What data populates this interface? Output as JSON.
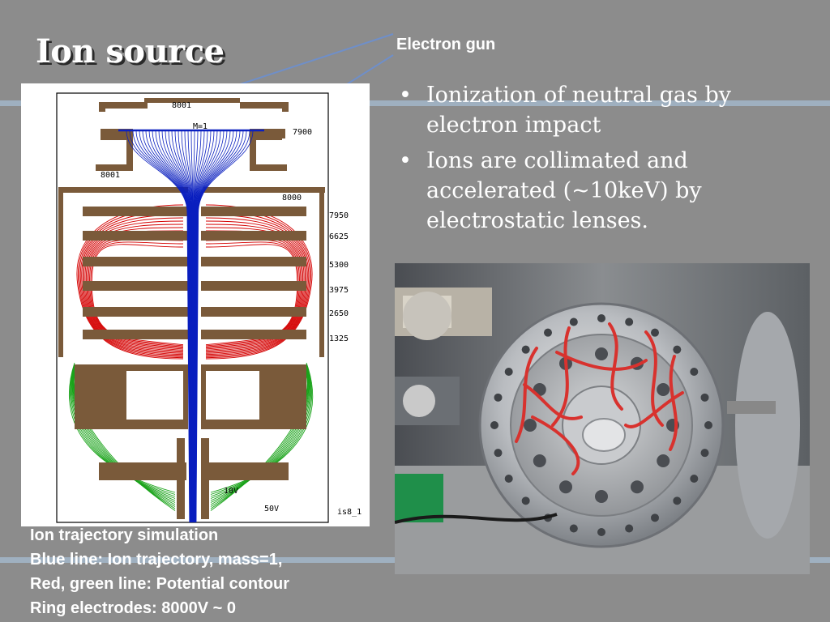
{
  "slide": {
    "title": "Ion source",
    "electron_gun_label": "Electron gun",
    "bullets": [
      "Ionization of neutral gas by electron impact",
      "Ions are collimated and accelerated (~10keV) by electrostatic lenses."
    ],
    "caption": [
      "Ion trajectory simulation",
      "Blue line: Ion trajectory, mass=1,",
      "Red, green line: Potential contour",
      "Ring electrodes: 8000V ~ 0"
    ]
  },
  "simulation": {
    "labels": {
      "top_electrode": "8001",
      "left_electrode": "8001",
      "right_electrode": "7900",
      "mass": "M=1",
      "ring_top": "8000",
      "run_id": "is8_1",
      "mid_voltage": "10V",
      "low_voltage": "50V"
    },
    "ring_voltages": [
      "7950",
      "6625",
      "5300",
      "3975",
      "2650",
      "1325"
    ],
    "colors": {
      "trajectory": "#0a1fbf",
      "potential_high": "#d40000",
      "potential_low": "#1aa31a",
      "electrode": "#7a5a3a"
    }
  },
  "colors": {
    "background": "#8c8c8c",
    "stripe": "#9fb0c0",
    "text": "#ffffff"
  }
}
